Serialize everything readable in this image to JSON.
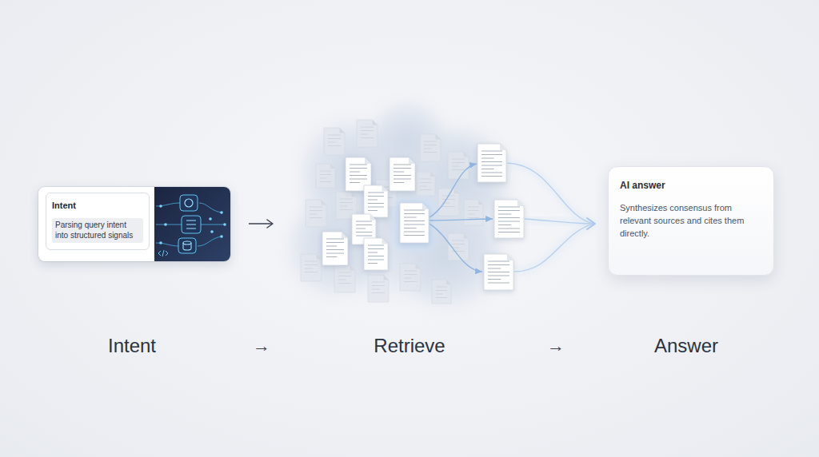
{
  "diagram": {
    "nodes": [
      {
        "text": [
          "Intent",
          "Parsing query intent into structured signals"
        ]
      },
      {
        "text": [
          "AI answer",
          "Synthesizes consensus from relevant sources and cites them directly."
        ]
      }
    ],
    "labels": [
      "Intent",
      "→",
      "Retrieve",
      "→",
      "Answer"
    ]
  }
}
